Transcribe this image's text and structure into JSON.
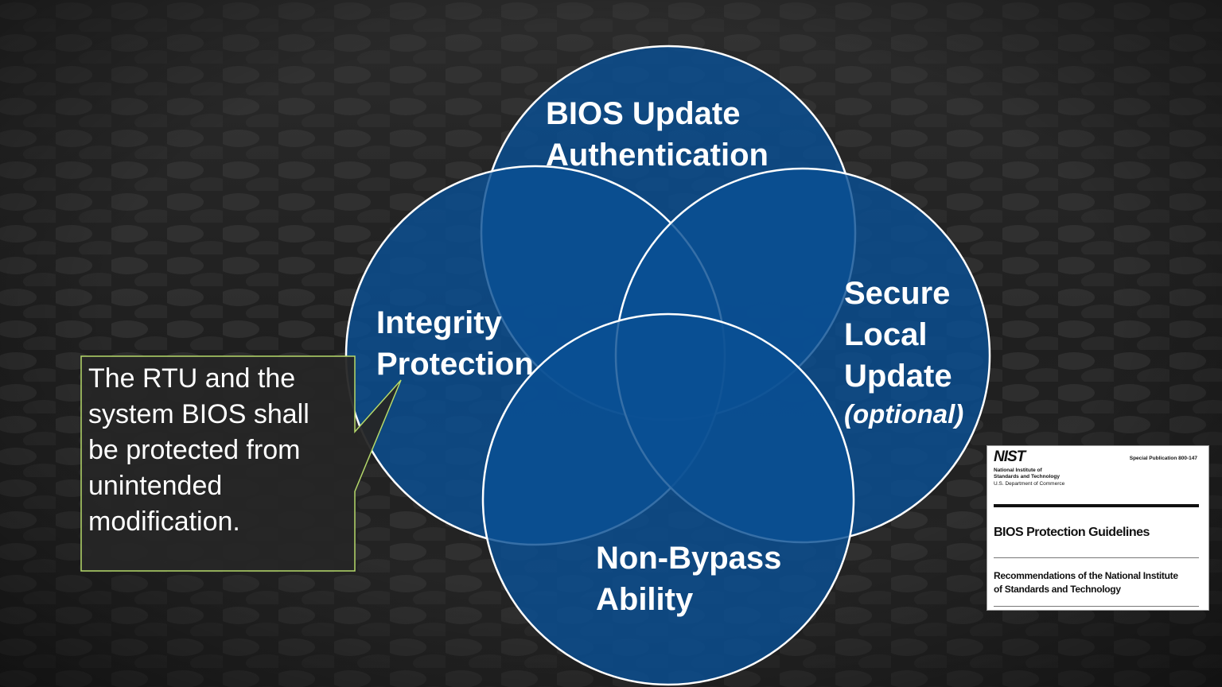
{
  "diagram": {
    "circles": [
      {
        "name": "BIOS Update Authentication",
        "lines": [
          "BIOS Update",
          "Authentication"
        ]
      },
      {
        "name": "Integrity Protection",
        "lines": [
          "Integrity",
          "Protection"
        ]
      },
      {
        "name": "Secure Local Update (optional)",
        "lines": [
          "Secure",
          "Local",
          "Update"
        ],
        "note": "(optional)"
      },
      {
        "name": "Non-Bypass Ability",
        "lines": [
          "Non-Bypass",
          "Ability"
        ]
      }
    ],
    "colors": {
      "fill": "#0a4f94",
      "stroke": "#ffffff",
      "background": "#1c1c1c",
      "callout_border": "#b5d96a",
      "callout_fill": "#262626"
    }
  },
  "callout": {
    "lines": [
      "The RTU and the",
      "system BIOS shall",
      "be protected from",
      "unintended",
      "modification."
    ]
  },
  "document_cover": {
    "logo": "NIST",
    "institute_line1": "National Institute of",
    "institute_line2": "Standards and Technology",
    "department": "U.S. Department of Commerce",
    "publication": "Special Publication 800-147",
    "title": "BIOS Protection Guidelines",
    "subtitle_line1": "Recommendations of the National Institute",
    "subtitle_line2": "of Standards and Technology"
  }
}
